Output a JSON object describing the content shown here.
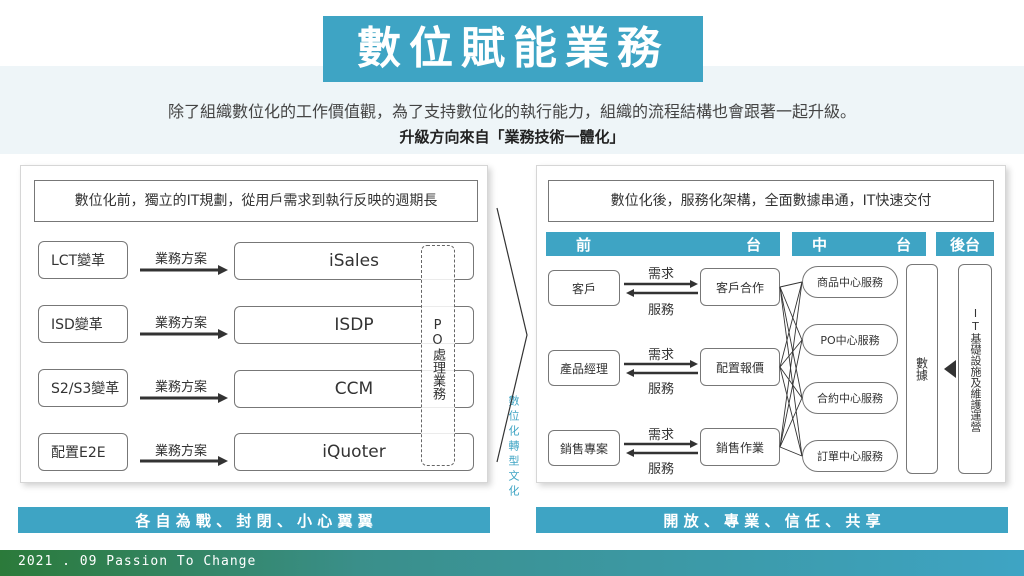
{
  "title": "數位賦能業務",
  "subtitle_line1": "除了組織數位化的工作價值觀，為了支持數位化的執行能力，組織的流程結構也會跟著一起升級。",
  "subtitle_line2": "升級方向來自「業務技術一體化」",
  "left": {
    "header": "數位化前，獨立的IT規劃，從用戶需求到執行反映的週期長",
    "rows": [
      {
        "label": "LCT變革",
        "arrow": "業務方案",
        "system": "iSales"
      },
      {
        "label": "ISD變革",
        "arrow": "業務方案",
        "system": "ISDP"
      },
      {
        "label": "S2/S3變革",
        "arrow": "業務方案",
        "system": "CCM"
      },
      {
        "label": "配置E2E",
        "arrow": "業務方案",
        "system": "iQuoter"
      }
    ],
    "po_label": "PO處理業務",
    "bottom_bar": "各 自 為 戰 、 封 閉 、 小 心 翼 翼"
  },
  "center_label": "數位化轉型文化",
  "right": {
    "header": "數位化後，服務化架構，全面數據串通，IT快速交付",
    "front_left": "前",
    "front_right": "台",
    "middle_left": "中",
    "middle_right": "台",
    "back": "後台",
    "rows": [
      {
        "actor": "客戶",
        "top": "需求",
        "bottom": "服務",
        "function": "客戶合作"
      },
      {
        "actor": "產品經理",
        "top": "需求",
        "bottom": "服務",
        "function": "配置報價"
      },
      {
        "actor": "銷售專案",
        "top": "需求",
        "bottom": "服務",
        "function": "銷售作業"
      }
    ],
    "services": [
      "商品中心服務",
      "PO中心服務",
      "合約中心服務",
      "訂單中心服務"
    ],
    "data_label": "數據",
    "it_label": "IT基礎設施及維護運營",
    "bottom_bar": "開 放 、 專 業 、 信 任 、 共 享"
  },
  "footer": "2021 . 09  Passion To Change",
  "colors": {
    "accent": "#3ea4c4",
    "footer_green": "#2b7a3a"
  }
}
